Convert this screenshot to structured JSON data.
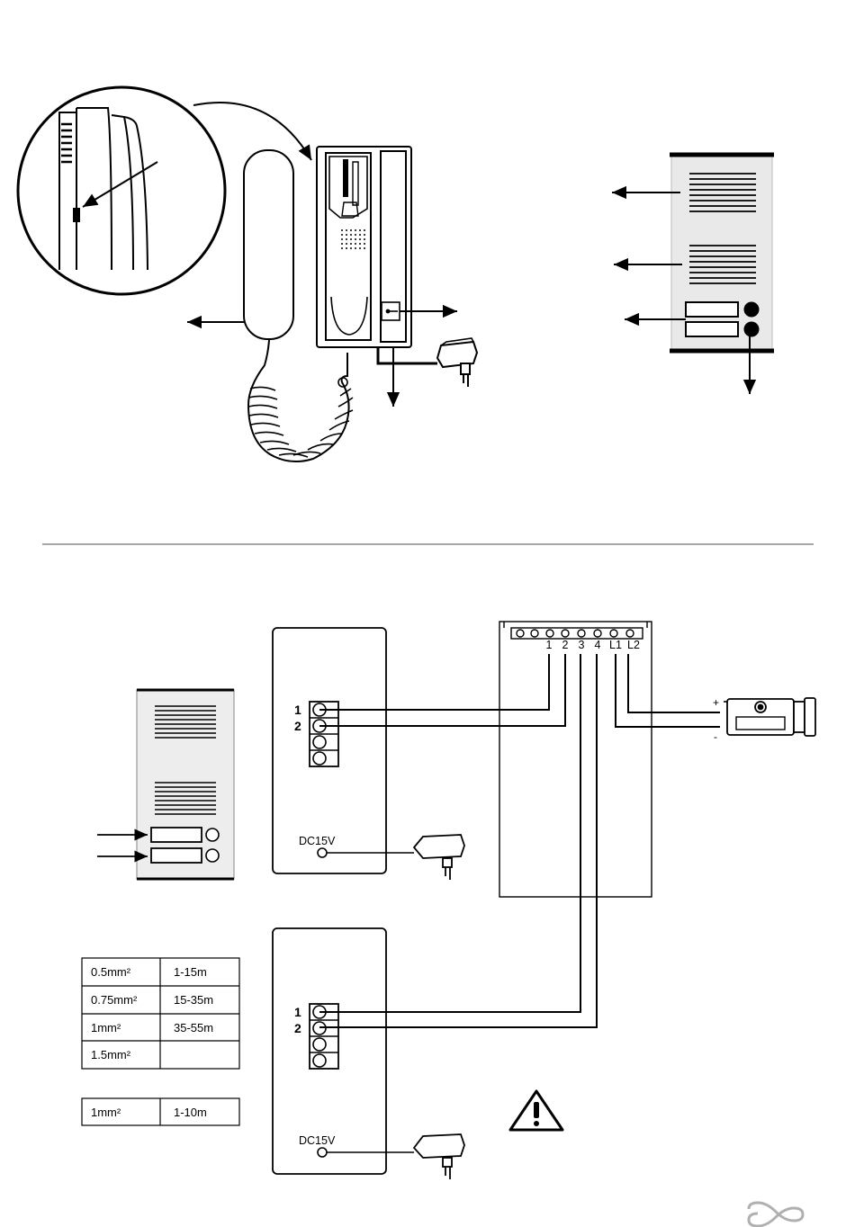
{
  "terminal_labels": [
    "1",
    "2",
    "3",
    "4",
    "L1",
    "L2"
  ],
  "monitor_terminals": [
    "1",
    "2"
  ],
  "power_label": "DC15V",
  "lock_polarity": {
    "plus": "+",
    "minus": "-"
  },
  "cable_table": [
    [
      "0.5mm²",
      "1-15m"
    ],
    [
      "0.75mm²",
      "15-35m"
    ],
    [
      "1mm²",
      "35-55m"
    ],
    [
      "1.5mm²",
      ""
    ]
  ],
  "lock_cable_table": [
    [
      "1mm²",
      "1-10m"
    ]
  ],
  "icons": [
    "warning-icon",
    "brand-logo",
    "door-lock-icon",
    "power-adapter-icon",
    "handset-icon"
  ]
}
